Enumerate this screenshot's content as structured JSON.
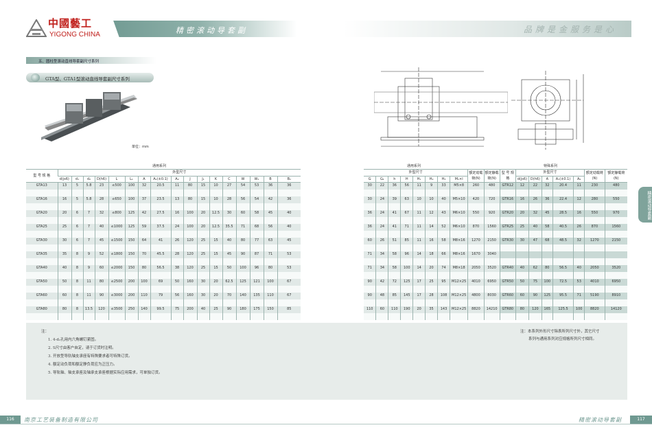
{
  "header": {
    "brand_cn": "中國藝工",
    "brand_en": "YIGONG CHINA",
    "left_title": "精密滚动导套副",
    "right_slogan": "品牌是金服务是心"
  },
  "section": {
    "title": "五、圆柱型滚动直线导套副尺寸系列",
    "subtitle": "GTA型、GTA1型滚动直线导套副尺寸系列",
    "unit": "单位：mm"
  },
  "table": {
    "general_series": "通用系列",
    "special_series": "特殊系列",
    "model_label": "型 号 规 格",
    "dims_label": "外型尺寸",
    "left_columns": [
      "d(js6)",
      "d₁",
      "d₂",
      "D(h6)",
      "L",
      "L₁",
      "A",
      "A₁(±0.1)",
      "A₂",
      "J",
      "J₁",
      "K",
      "C",
      "W",
      "W₁",
      "B",
      "B₁"
    ],
    "right_general_columns": [
      "G",
      "G₁",
      "h",
      "H",
      "H₁",
      "H₂",
      "H₃",
      "M₁×l"
    ],
    "dyn_load": "额定动载荷(N)",
    "static_load": "额定静载荷(N)",
    "special_columns": [
      "d(js6)",
      "D(h6)",
      "A",
      "A₁(±0.1)",
      "A₂"
    ],
    "left_rows": [
      [
        "GTA13",
        "13",
        "5",
        "5.8",
        "23",
        "≤500",
        "100",
        "32",
        "20.5",
        "11",
        "80",
        "15",
        "10",
        "27",
        "54",
        "53",
        "36",
        "36"
      ],
      [
        "GTA16",
        "16",
        "5",
        "5.8",
        "28",
        "≤650",
        "100",
        "37",
        "23.5",
        "13",
        "80",
        "15",
        "10",
        "28",
        "56",
        "54",
        "42",
        "36"
      ],
      [
        "GTA20",
        "20",
        "6",
        "7",
        "32",
        "≤800",
        "125",
        "42",
        "27.5",
        "16",
        "100",
        "20",
        "12.5",
        "30",
        "60",
        "58",
        "45",
        "40"
      ],
      [
        "GTA25",
        "25",
        "6",
        "7",
        "40",
        "≤1000",
        "125",
        "59",
        "37.5",
        "24",
        "100",
        "20",
        "12.5",
        "35.5",
        "71",
        "68",
        "56",
        "40"
      ],
      [
        "GTA30",
        "30",
        "6",
        "7",
        "45",
        "≤1500",
        "150",
        "64",
        "41",
        "26",
        "120",
        "25",
        "15",
        "40",
        "80",
        "77",
        "63",
        "45"
      ],
      [
        "GTA35",
        "35",
        "8",
        "9",
        "52",
        "≤1800",
        "150",
        "70",
        "45.5",
        "28",
        "120",
        "25",
        "15",
        "45",
        "90",
        "87",
        "71",
        "53"
      ],
      [
        "GTA40",
        "40",
        "8",
        "9",
        "60",
        "≤2000",
        "150",
        "80",
        "56.5",
        "38",
        "120",
        "25",
        "15",
        "50",
        "100",
        "96",
        "80",
        "53"
      ],
      [
        "GTA50",
        "50",
        "8",
        "11",
        "80",
        "≤2500",
        "200",
        "100",
        "69",
        "50",
        "160",
        "30",
        "20",
        "62.5",
        "125",
        "121",
        "100",
        "67"
      ],
      [
        "GTA60",
        "60",
        "8",
        "11",
        "90",
        "≤3000",
        "200",
        "110",
        "79",
        "56",
        "160",
        "30",
        "20",
        "70",
        "140",
        "135",
        "110",
        "67"
      ],
      [
        "GTA80",
        "80",
        "8",
        "13.5",
        "120",
        "≤3500",
        "250",
        "140",
        "99.5",
        "75",
        "200",
        "40",
        "25",
        "90",
        "180",
        "175",
        "150",
        "85"
      ]
    ],
    "right_rows": [
      [
        "30",
        "22",
        "36",
        "56",
        "11",
        "9",
        "33",
        "M5×8",
        "260",
        "480",
        "GTR12",
        "12",
        "22",
        "32",
        "20.4",
        "11",
        "230",
        "480"
      ],
      [
        "30",
        "24",
        "39",
        "63",
        "10",
        "10",
        "40",
        "M5×10",
        "420",
        "720",
        "GTR16",
        "16",
        "26",
        "36",
        "22.4",
        "12",
        "280",
        "550"
      ],
      [
        "36",
        "24",
        "41",
        "67",
        "11",
        "12",
        "43",
        "M6×10",
        "550",
        "920",
        "GTR20",
        "20",
        "32",
        "45",
        "28.5",
        "16",
        "550",
        "970"
      ],
      [
        "36",
        "24",
        "41",
        "71",
        "11",
        "14",
        "52",
        "M6×10",
        "870",
        "1560",
        "GTR25",
        "25",
        "40",
        "58",
        "40.5",
        "26",
        "870",
        "1560"
      ],
      [
        "60",
        "26",
        "51",
        "85",
        "11",
        "16",
        "58",
        "M8×16",
        "1270",
        "2150",
        "GTR30",
        "30",
        "47",
        "68",
        "48.5",
        "32",
        "1270",
        "2150"
      ],
      [
        "71",
        "34",
        "58",
        "96",
        "14",
        "18",
        "66",
        "M8×16",
        "1670",
        "3040",
        "",
        "",
        "",
        "",
        "",
        "",
        "",
        ""
      ],
      [
        "71",
        "34",
        "58",
        "100",
        "14",
        "20",
        "74",
        "M8×18",
        "2050",
        "3520",
        "GTR40",
        "40",
        "62",
        "80",
        "56.5",
        "40",
        "2050",
        "3520"
      ],
      [
        "90",
        "42",
        "72",
        "125",
        "17",
        "25",
        "95",
        "M12×25",
        "4010",
        "6950",
        "GTR50",
        "50",
        "75",
        "100",
        "72.5",
        "53",
        "4010",
        "6950"
      ],
      [
        "90",
        "48",
        "85",
        "145",
        "17",
        "28",
        "108",
        "M12×25",
        "4800",
        "8030",
        "GTR60",
        "60",
        "90",
        "125",
        "95.5",
        "71",
        "5190",
        "8910"
      ],
      [
        "110",
        "60",
        "110",
        "190",
        "20",
        "35",
        "143",
        "M12×25",
        "8820",
        "14210",
        "GTR80",
        "80",
        "120",
        "165",
        "125.5",
        "100",
        "8820",
        "14120"
      ]
    ]
  },
  "notes": {
    "heading": "注：",
    "items": [
      "1.  4-d₁孔用内六角螺钉紧固。",
      "2.  S尺寸由客户自定，请于订货时注明。",
      "3.  开放型导轨轴支承座有特殊要求者可特殊订货。",
      "4.  额定动负荷和额定静负荷应为正压力。",
      "5.  导轨轴、轴支承座及轴承支承座根据实际应用需求，可单独订货。"
    ],
    "right_line1": "注：本系列外形尺寸除表所列尺寸外，其它尺寸",
    "right_line2": "系列与通用系列对应规格所列尺寸相同。"
  },
  "side_tab": "精密滚动导套副",
  "footer": {
    "left_page": "116",
    "company": "南京工艺装备制造有限公司",
    "right_title": "精密滚动导套副",
    "right_page": "117"
  }
}
